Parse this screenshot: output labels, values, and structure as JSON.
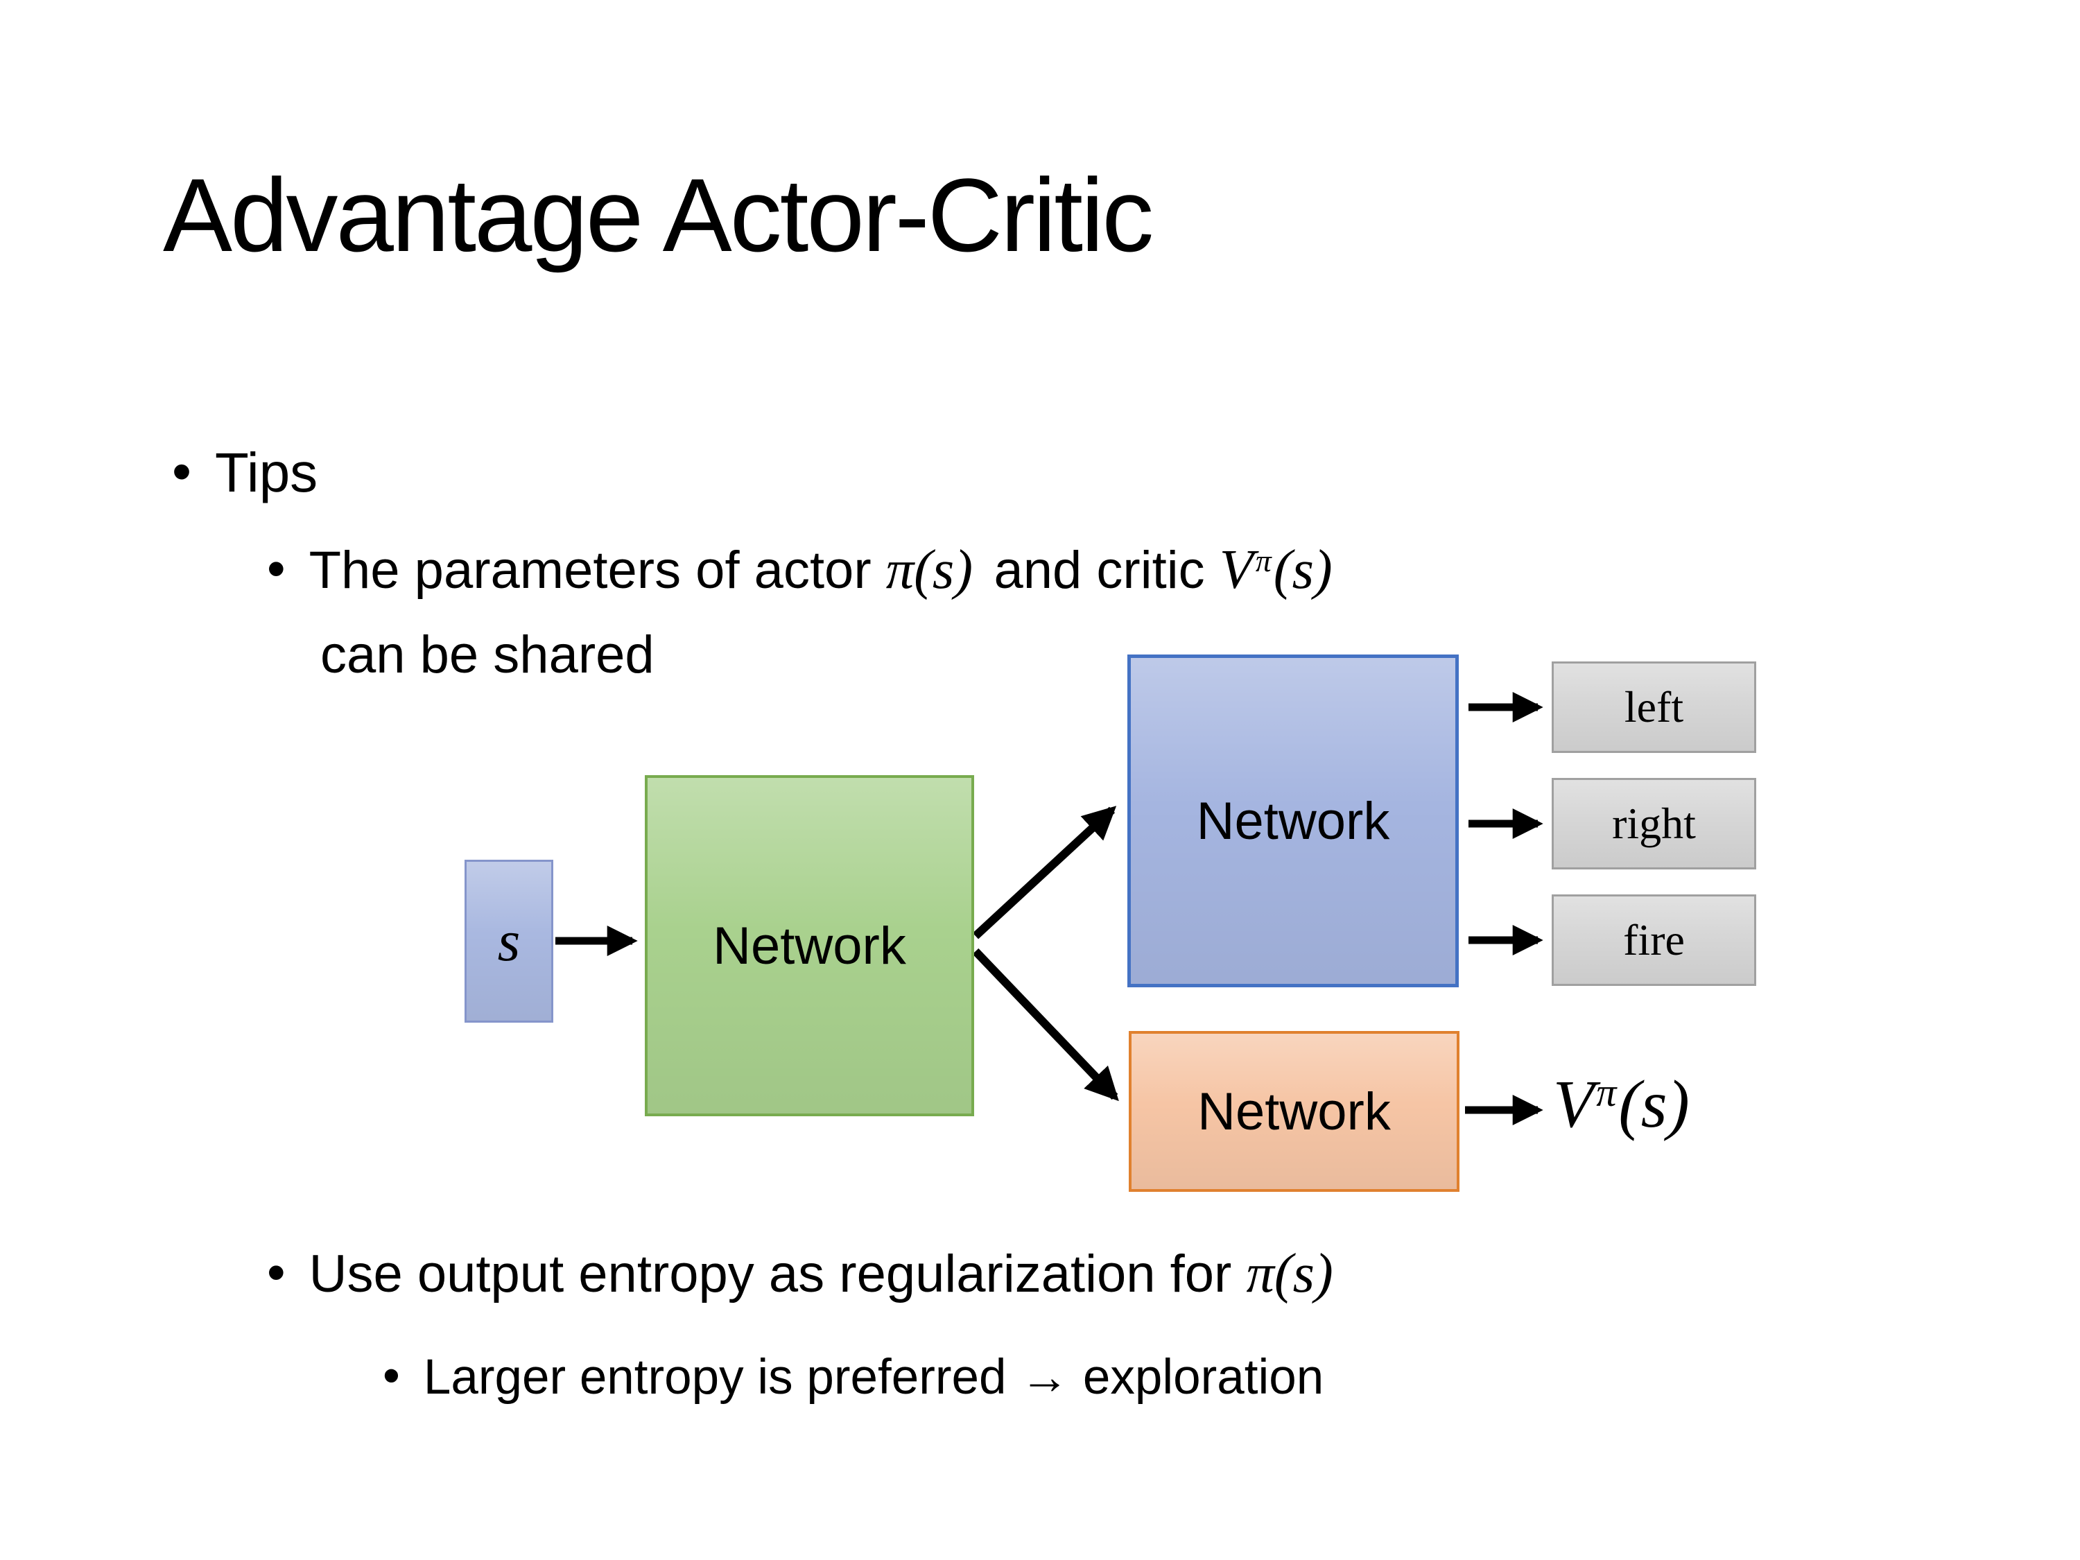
{
  "title": "Advantage Actor-Critic",
  "bullet_glyph": "•",
  "tips": {
    "heading": "Tips",
    "tip1": {
      "text_before": "The parameters of actor ",
      "actor_math": "π(s)",
      "text_middle": "and critic ",
      "critic_base": "V",
      "critic_sup": "π",
      "critic_args": "(s)",
      "text_line2": "can be shared"
    },
    "tip2": {
      "text_before": "Use output entropy as regularization for ",
      "math": "π(s)"
    },
    "tip3": "Larger entropy is preferred → exploration"
  },
  "diagram": {
    "input_label": "s",
    "shared_network_label": "Network",
    "actor_network_label": "Network",
    "critic_network_label": "Network",
    "actions": [
      "left",
      "right",
      "fire"
    ],
    "critic_output_base": "V",
    "critic_output_sup": "π",
    "critic_output_args": "(s)",
    "colors": {
      "input_fill": "#a9b8e0",
      "input_border": "#8595cb",
      "shared_fill": "#a9d18e",
      "shared_border": "#78ab4f",
      "actor_fill": "#a5b5e0",
      "actor_border": "#4472c4",
      "critic_fill": "#f6c5a5",
      "critic_border": "#e0812f",
      "action_fill": "#d6d6d6",
      "action_border": "#a0a0a0",
      "arrow": "#000000"
    }
  }
}
